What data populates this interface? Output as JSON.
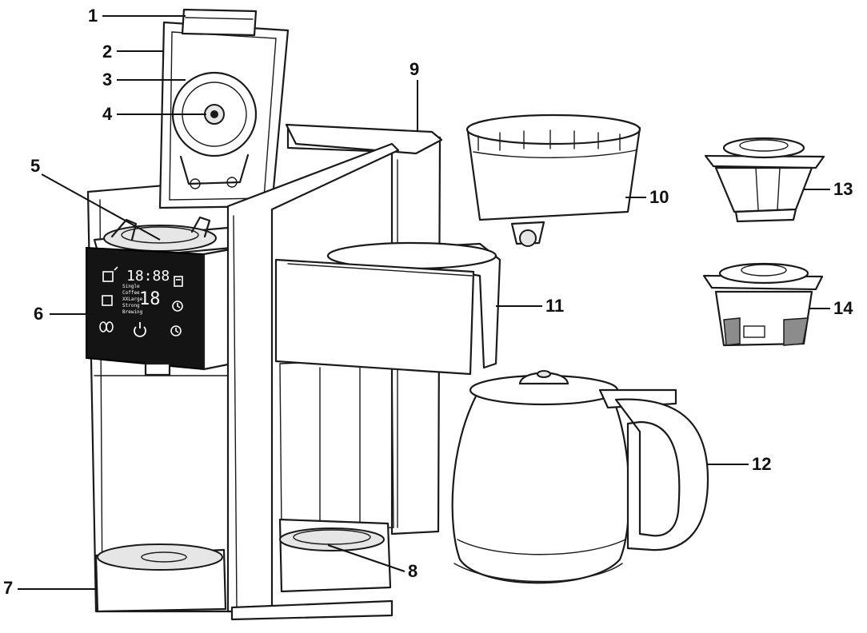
{
  "callouts": [
    {
      "id": "1",
      "label": "1"
    },
    {
      "id": "2",
      "label": "2"
    },
    {
      "id": "3",
      "label": "3"
    },
    {
      "id": "4",
      "label": "4"
    },
    {
      "id": "5",
      "label": "5"
    },
    {
      "id": "6",
      "label": "6"
    },
    {
      "id": "7",
      "label": "7"
    },
    {
      "id": "8",
      "label": "8"
    },
    {
      "id": "9",
      "label": "9"
    },
    {
      "id": "10",
      "label": "10"
    },
    {
      "id": "11",
      "label": "11"
    },
    {
      "id": "12",
      "label": "12"
    },
    {
      "id": "13",
      "label": "13"
    },
    {
      "id": "14",
      "label": "14"
    }
  ],
  "display": {
    "time_digits": "18:88",
    "cup_digits": "18",
    "size_labels": [
      "Single",
      "Coffee",
      "XXLarge",
      "Strong",
      "Brewing"
    ]
  },
  "icons": {
    "power": "power-icon",
    "clock_1": "clock-icon",
    "clock_2": "clock-icon",
    "mug": "mug-icon",
    "pod": "pod-icon",
    "carafe": "carafe-icon",
    "beans": "coffee-beans-icon"
  }
}
